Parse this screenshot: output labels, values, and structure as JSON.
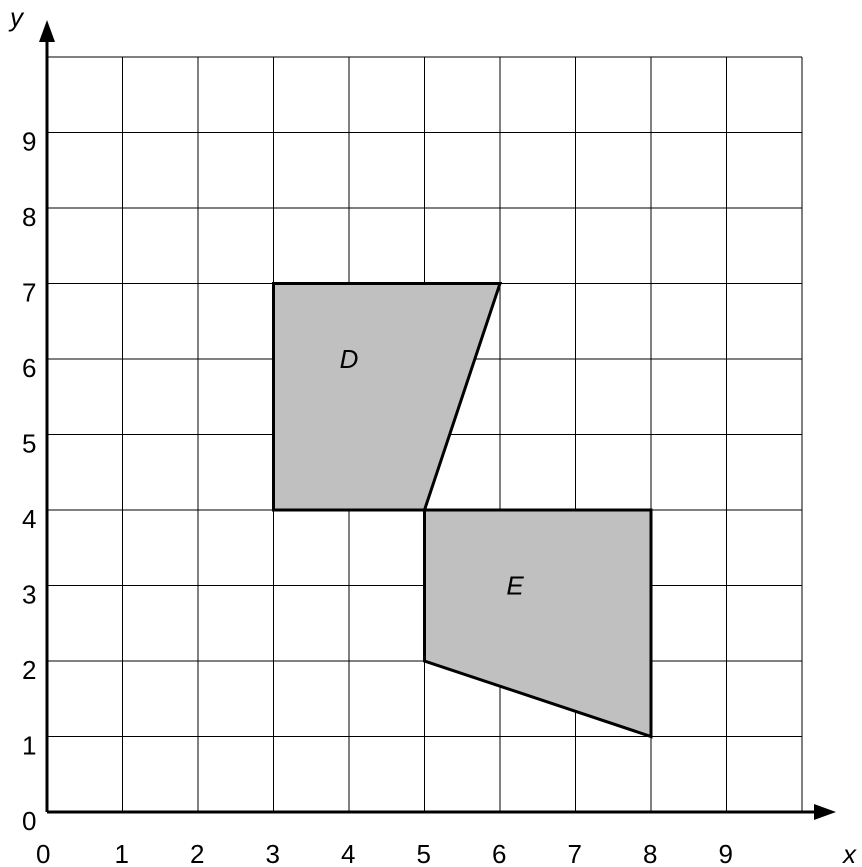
{
  "axes": {
    "x_label": "x",
    "y_label": "y",
    "x_ticks": [
      "0",
      "1",
      "2",
      "3",
      "4",
      "5",
      "6",
      "7",
      "8",
      "9"
    ],
    "y_ticks": [
      "0",
      "1",
      "2",
      "3",
      "4",
      "5",
      "6",
      "7",
      "8",
      "9"
    ]
  },
  "grid": {
    "x_range": [
      0,
      10
    ],
    "y_range": [
      0,
      10
    ],
    "spacing": 1,
    "line_color": "#000000"
  },
  "shapes": [
    {
      "label": "D",
      "vertices": [
        [
          3,
          7
        ],
        [
          6,
          7
        ],
        [
          5,
          4
        ],
        [
          3,
          4
        ]
      ],
      "label_at": [
        4,
        6
      ],
      "fill": "#c0c0c0"
    },
    {
      "label": "E",
      "vertices": [
        [
          5,
          4
        ],
        [
          8,
          4
        ],
        [
          8,
          1
        ],
        [
          5,
          2
        ]
      ],
      "label_at": [
        6.2,
        3
      ],
      "fill": "#c0c0c0"
    }
  ]
}
